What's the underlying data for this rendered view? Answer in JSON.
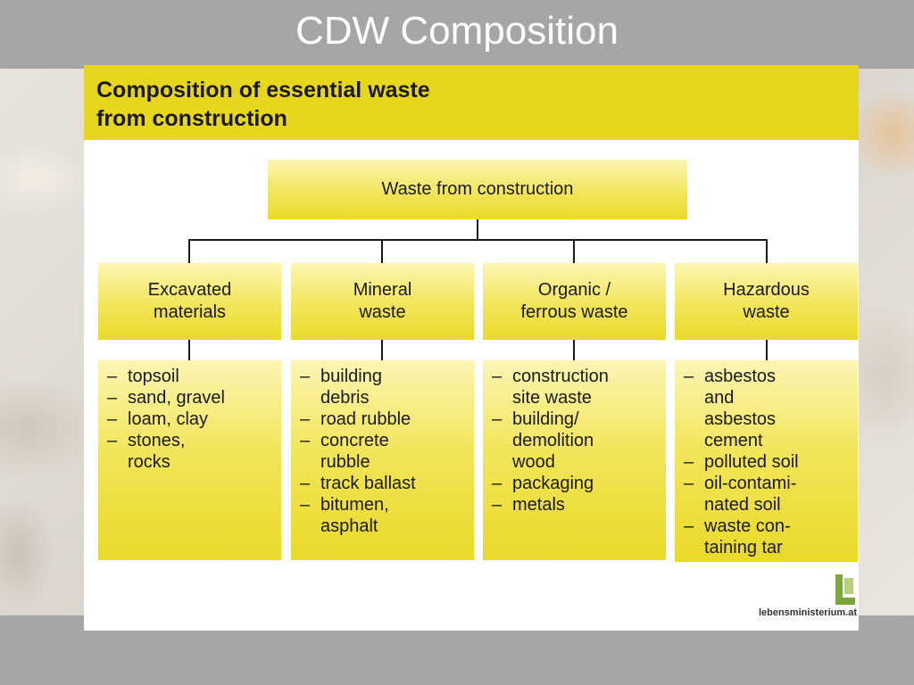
{
  "slide": {
    "title": "CDW Composition"
  },
  "diagram": {
    "heading_line1": "Composition of essential waste",
    "heading_line2": "from construction",
    "root": "Waste from construction",
    "categories": [
      {
        "label_line1": "Excavated",
        "label_line2": "materials",
        "items": [
          "topsoil",
          "sand, gravel",
          "loam, clay",
          "stones,\nrocks"
        ]
      },
      {
        "label_line1": "Mineral",
        "label_line2": "waste",
        "items": [
          "building\ndebris",
          "road rubble",
          "concrete\nrubble",
          "track ballast",
          "bitumen,\nasphalt"
        ]
      },
      {
        "label_line1": "Organic /",
        "label_line2": "ferrous waste",
        "items": [
          "construction\nsite waste",
          "building/\ndemolition\nwood",
          "packaging",
          "metals"
        ]
      },
      {
        "label_line1": "Hazardous",
        "label_line2": "waste",
        "items": [
          "asbestos\nand\nasbestos\ncement",
          "polluted soil",
          "oil-contami-\nnated soil",
          "waste con-\ntaining tar"
        ]
      }
    ],
    "source_logo_text": "lebensministerium.at"
  },
  "colors": {
    "bars": "#a6a6a6",
    "header_yellow": "#e8d61e",
    "box_yellow": "#f2e55a",
    "logo_green": "#7aa63a"
  }
}
